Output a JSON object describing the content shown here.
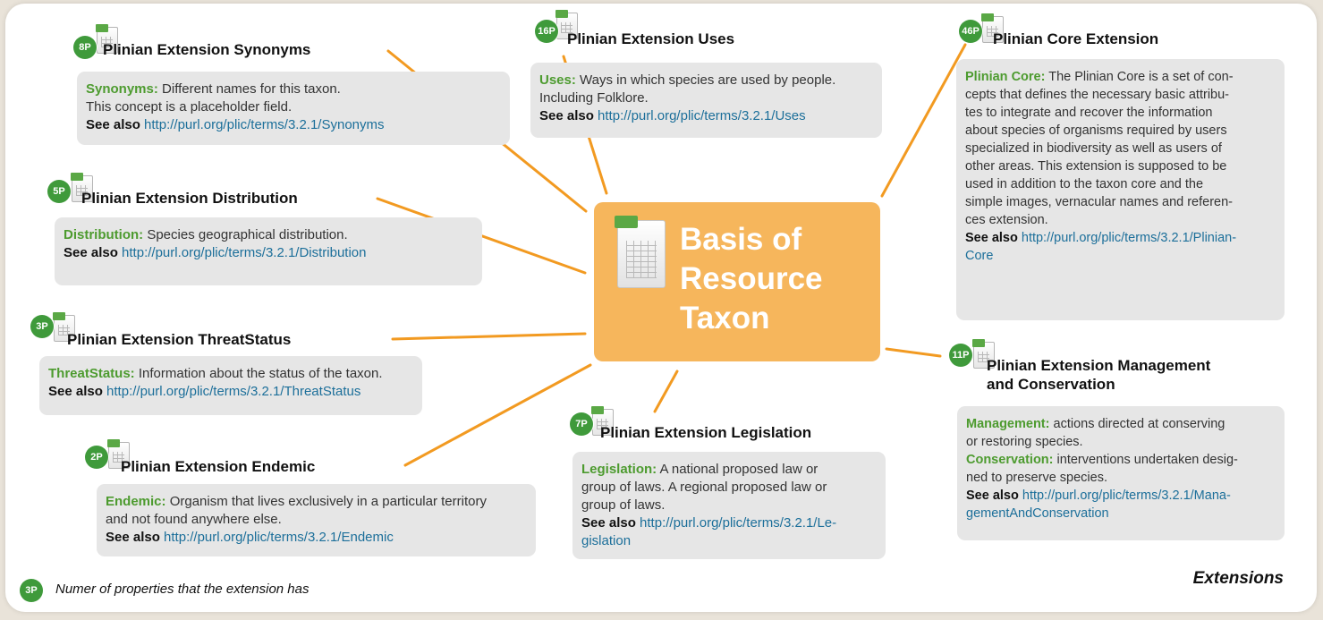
{
  "center": {
    "lines": [
      "Basis of",
      "Resource",
      "Taxon"
    ]
  },
  "extensions": {
    "synonyms": {
      "badge": "8P",
      "title": "Plinian Extension Synonyms",
      "term": "Synonyms:",
      "desc": "Different names for this taxon.",
      "desc2": "This concept is a placeholder field.",
      "see_label": "See also",
      "link": "http://purl.org/plic/terms/3.2.1/Synonyms"
    },
    "uses": {
      "badge": "16P",
      "title": "Plinian Extension Uses",
      "term": "Uses:",
      "desc": "Ways in which species are used by people.",
      "desc2": "Including Folklore.",
      "see_label": "See also",
      "link": "http://purl.org/plic/terms/3.2.1/Uses"
    },
    "core": {
      "badge": "46P",
      "title": "Plinian Core Extension",
      "term": "Plinian Core:",
      "desc_lines": [
        "The Plinian Core is a set of con-",
        "cepts that defines the necessary basic attribu-",
        "tes to integrate and recover the information",
        "about species of organisms required by users",
        "specialized in biodiversity as well as users of",
        "other areas. This extension is supposed to be",
        "used in addition to the taxon core and the",
        "simple images, vernacular names and referen-",
        "ces extension."
      ],
      "see_label": "See also",
      "link": "http://purl.org/plic/terms/3.2.1/Plinian-",
      "link2": "Core"
    },
    "distribution": {
      "badge": "5P",
      "title": "Plinian Extension Distribution",
      "term": "Distribution:",
      "desc": "Species geographical distribution.",
      "see_label": "See also",
      "link": "http://purl.org/plic/terms/3.2.1/Distribution"
    },
    "threatstatus": {
      "badge": "3P",
      "title": "Plinian Extension ThreatStatus",
      "term": "ThreatStatus:",
      "desc": "Information about the status of the taxon.",
      "see_label": "See also",
      "link": "http://purl.org/plic/terms/3.2.1/ThreatStatus"
    },
    "management": {
      "badge": "11P",
      "title": "Plinian Extension Management",
      "title2": "and Conservation",
      "term": "Management:",
      "desc": "actions directed at conserving",
      "desc2": "or restoring species.",
      "term2": "Conservation:",
      "desc3": "interventions undertaken desig-",
      "desc4": "ned to preserve species.",
      "see_label": "See also",
      "link": "http://purl.org/plic/terms/3.2.1/Mana-",
      "link2": "gementAndConservation"
    },
    "endemic": {
      "badge": "2P",
      "title": "Plinian Extension Endemic",
      "term": "Endemic:",
      "desc": "Organism that lives exclusively in a particular territory",
      "desc2": "and not found anywhere else.",
      "see_label": "See also",
      "link": "http://purl.org/plic/terms/3.2.1/Endemic"
    },
    "legislation": {
      "badge": "7P",
      "title": "Plinian Extension Legislation",
      "term": "Legislation:",
      "desc": "A national proposed law or",
      "desc2": "group of laws. A regional proposed law or",
      "desc3": "group of laws.",
      "see_label": "See also",
      "link": "http://purl.org/plic/terms/3.2.1/Le-",
      "link2": "gislation"
    }
  },
  "legend": {
    "badge": "3P",
    "text": "Numer of properties that the extension has"
  },
  "footer_label": "Extensions",
  "colors": {
    "connector": "#f29a21",
    "center_fill": "#f6b65c",
    "badge": "#3f9a3b",
    "term": "#4d9b2f",
    "link": "#1c6f9a",
    "card": "#e6e6e6"
  }
}
